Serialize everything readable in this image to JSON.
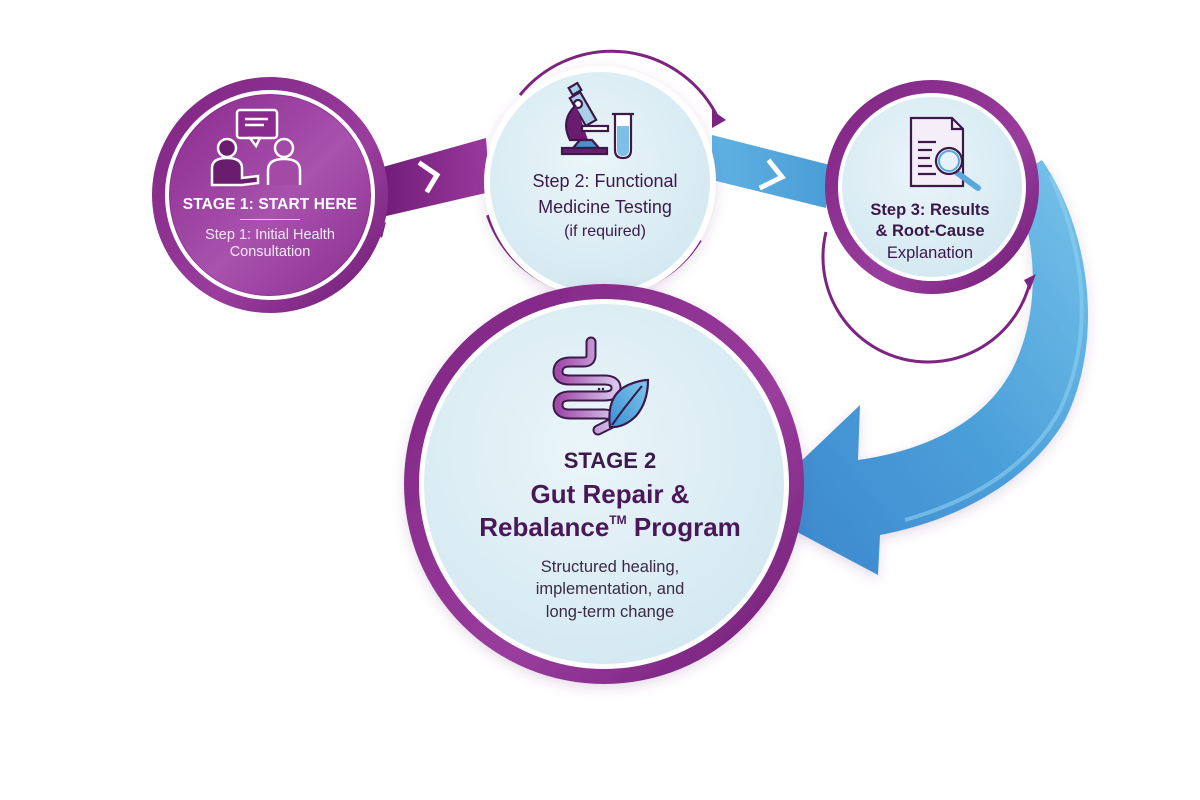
{
  "diagram": {
    "type": "process-flow",
    "colors": {
      "purple_dark": "#6b1a6f",
      "purple": "#8a2b8e",
      "purple_light": "#b054b6",
      "circle_fill": "#d8ecf3",
      "blue": "#4a9ad8",
      "blue_light": "#6fbde6",
      "text_dark": "#3b1a4a"
    },
    "stage1": {
      "icon": "consultation-icon",
      "title": "STAGE 1: START HERE",
      "step_line1": "Step 1: Initial Health",
      "step_line2": "Consultation"
    },
    "step2": {
      "icon": "microscope-test-tube-icon",
      "line1": "Step 2: Functional",
      "line2": "Medicine Testing",
      "line3": "(if required)"
    },
    "step3": {
      "icon": "document-magnifier-icon",
      "line1": "Step 3: Results",
      "line2": "& Root-Cause",
      "line3": "Explanation"
    },
    "stage2": {
      "icon": "gut-leaf-icon",
      "kicker": "STAGE 2",
      "title_line1": "Gut Repair &",
      "title_line2a": "Rebalance",
      "title_tm": "TM",
      "title_line2b": " Program",
      "desc_line1": "Structured healing,",
      "desc_line2": "implementation, and",
      "desc_line3": "long-term change"
    },
    "connectors": [
      {
        "from": "stage1",
        "to": "step2",
        "glyph": ">",
        "color": "purple"
      },
      {
        "from": "step2",
        "to": "step3",
        "glyph": ">",
        "color": "blue"
      },
      {
        "from": "step3",
        "to": "stage2",
        "shape": "curved-arrow",
        "color": "blue"
      }
    ]
  }
}
